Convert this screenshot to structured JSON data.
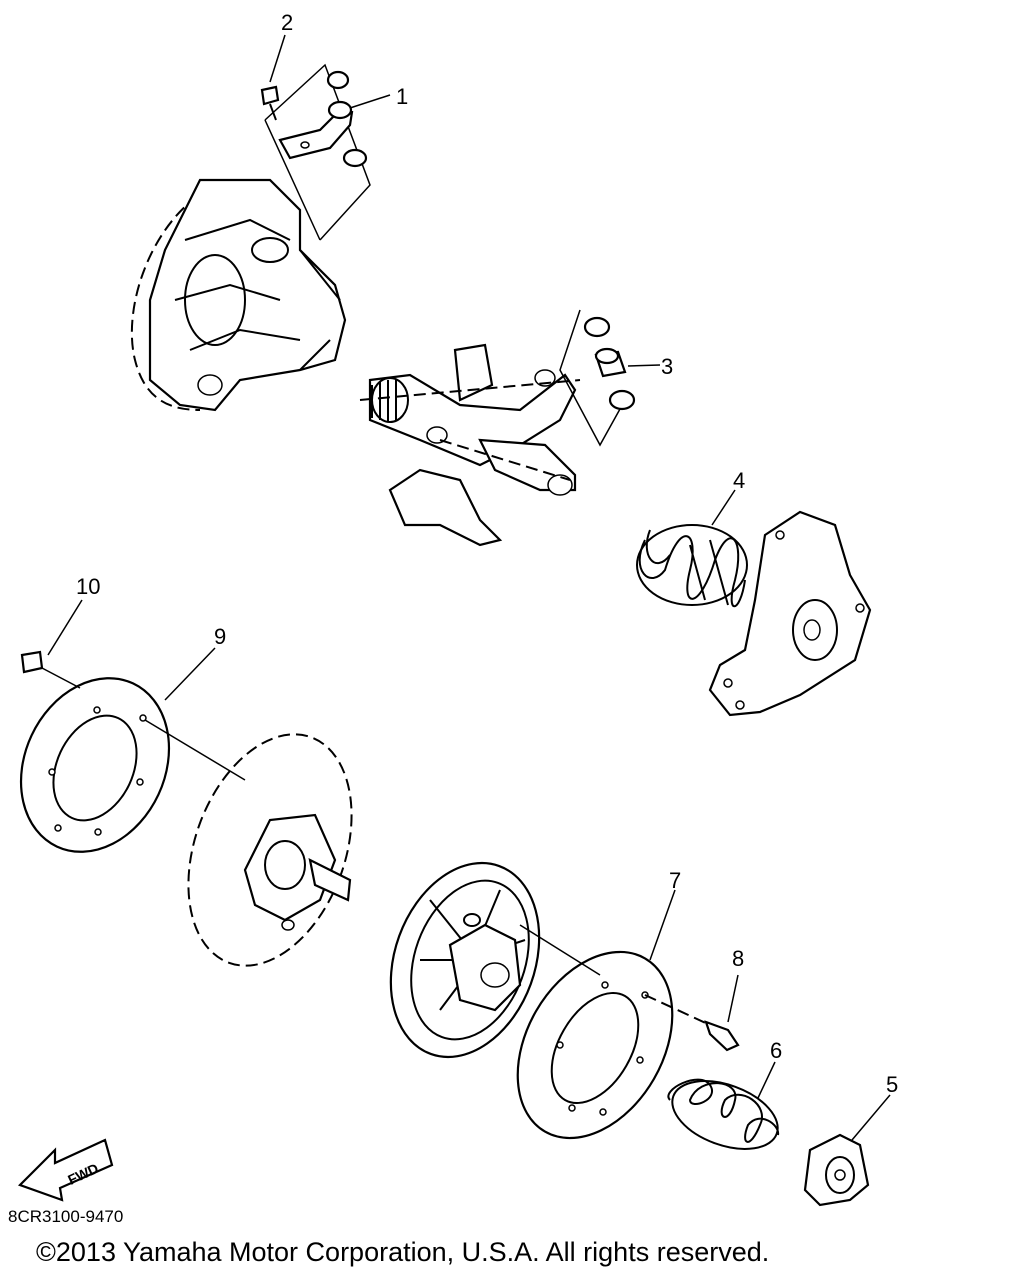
{
  "callouts": [
    "1",
    "2",
    "3",
    "4",
    "5",
    "6",
    "7",
    "8",
    "9",
    "10"
  ],
  "fwd_label": "FWD",
  "diagram_code": "8CR3100-9470",
  "copyright": "©2013 Yamaha Motor Corporation, U.S.A. All rights reserved."
}
